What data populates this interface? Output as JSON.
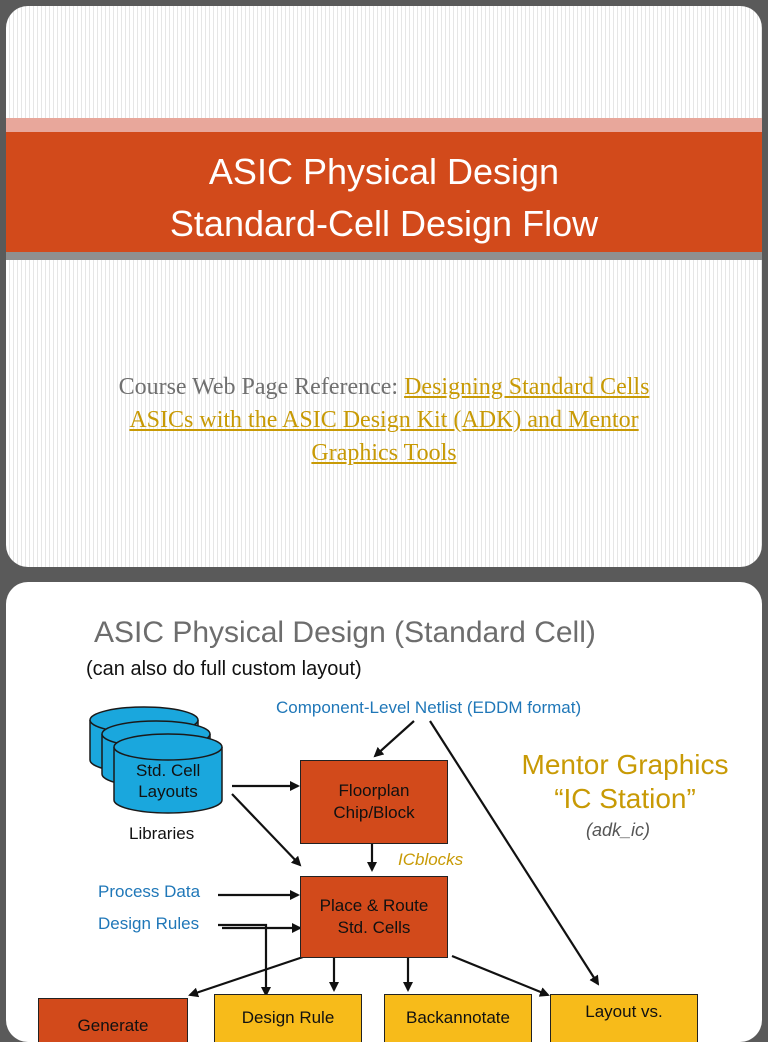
{
  "slide1": {
    "title_line1": "ASIC Physical Design",
    "title_line2": "Standard-Cell Design Flow",
    "ref_prefix": "Course Web Page Reference: ",
    "ref_link": "Designing Standard Cells ASICs with the ASIC Design Kit (ADK) and Mentor Graphics Tools"
  },
  "slide2": {
    "title": "ASIC Physical Design (Standard Cell)",
    "subtitle": "(can also do full custom layout)",
    "netlist_label": "Component-Level Netlist (EDDM format)",
    "tool_line1": "Mentor Graphics",
    "tool_line2": "“IC Station”",
    "tool_sub": "(adk_ic)",
    "libraries_label": "Libraries",
    "stdcell_line1": "Std. Cell",
    "stdcell_line2": "Layouts",
    "floorplan_line1": "Floorplan",
    "floorplan_line2": "Chip/Block",
    "icblocks_label": "ICblocks",
    "process_data_label": "Process Data",
    "design_rules_label": "Design Rules",
    "place_route_line1": "Place & Route",
    "place_route_line2": "Std. Cells",
    "box_a": "Generate",
    "box_b": "Design Rule",
    "box_c": "Backannotate",
    "box_d": "Layout vs."
  },
  "colors": {
    "title_band": "#d24a1b",
    "link_gold": "#c89a05",
    "label_blue": "#1f77b8",
    "flow_box_red": "#d24a1b",
    "flow_box_yellow": "#f7bb1a",
    "cylinder_blue": "#1aa7dd"
  }
}
